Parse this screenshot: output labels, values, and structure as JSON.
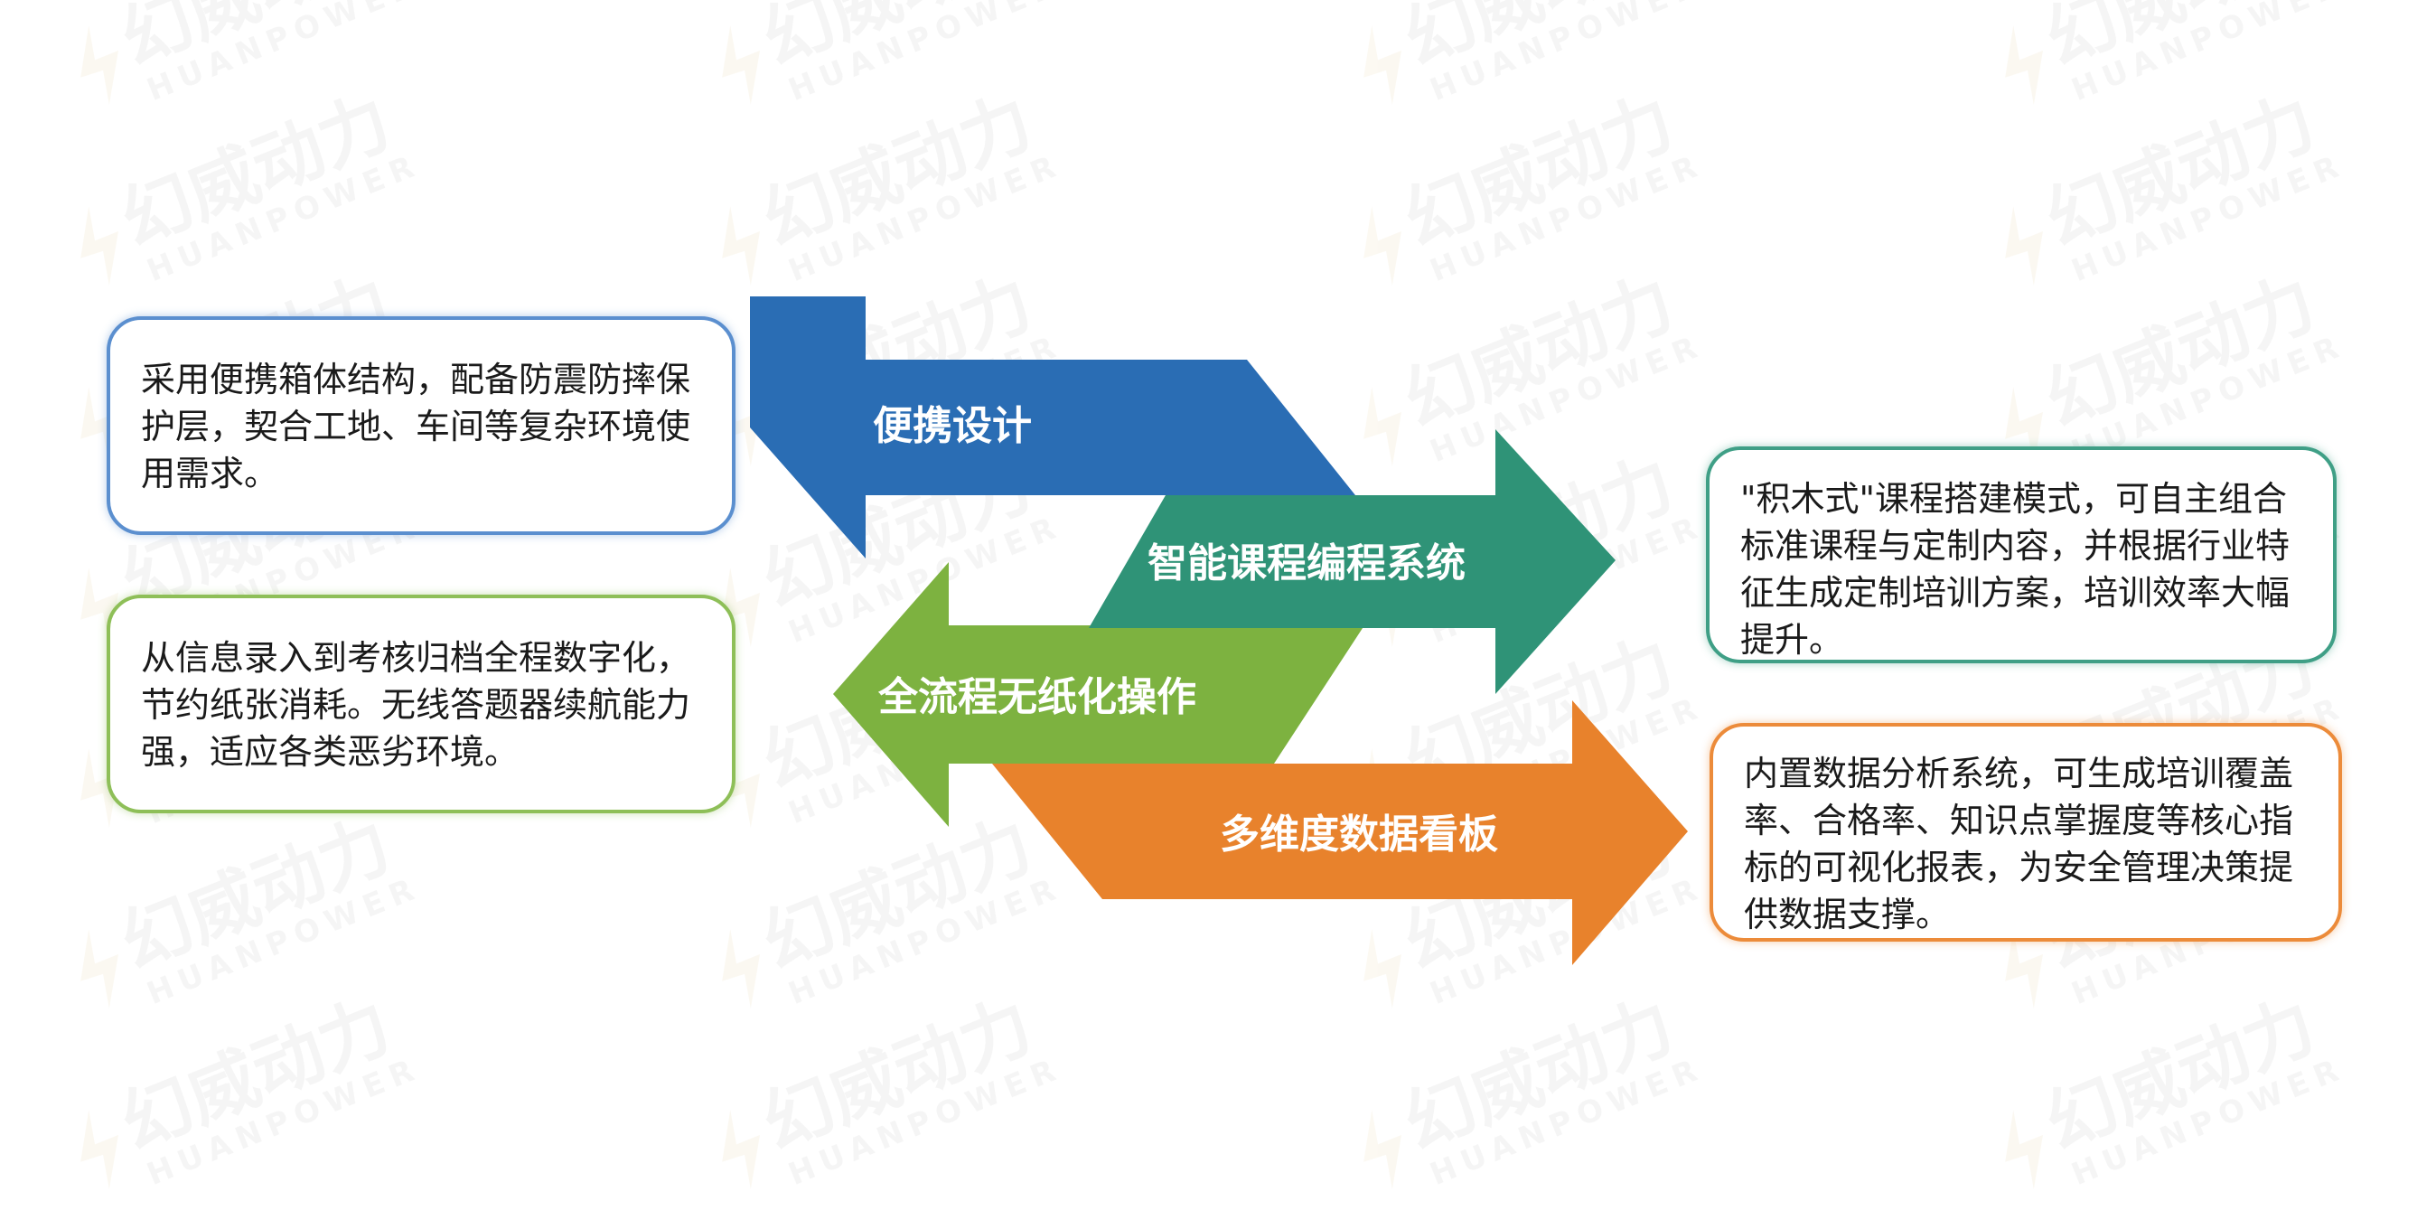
{
  "watermark": {
    "brand_cn": "幻威动力",
    "brand_en": "HUANPOWER"
  },
  "arrows": [
    {
      "id": "portable",
      "label": "便携设计",
      "color": "#2a6db4",
      "direction": "left"
    },
    {
      "id": "course",
      "label": "智能课程编程系统",
      "color": "#2f9377",
      "direction": "right"
    },
    {
      "id": "paperless",
      "label": "全流程无纸化操作",
      "color": "#7db240",
      "direction": "left"
    },
    {
      "id": "dashboard",
      "label": "多维度数据看板",
      "color": "#e8822c",
      "direction": "right"
    }
  ],
  "boxes": {
    "portable": "采用便携箱体结构，配备防震防摔保护层，契合工地、车间等复杂环境使用需求。",
    "paperless": "从信息录入到考核归档全程数字化，节约纸张消耗。无线答题器续航能力强，适应各类恶劣环境。",
    "course": "\"积木式\"课程搭建模式，可自主组合标准课程与定制内容，并根据行业特征生成定制培训方案，培训效率大幅提升。",
    "dashboard": "内置数据分析系统，可生成培训覆盖率、合格率、知识点掌握度等核心指标的可视化报表，为安全管理决策提供数据支撑。"
  }
}
